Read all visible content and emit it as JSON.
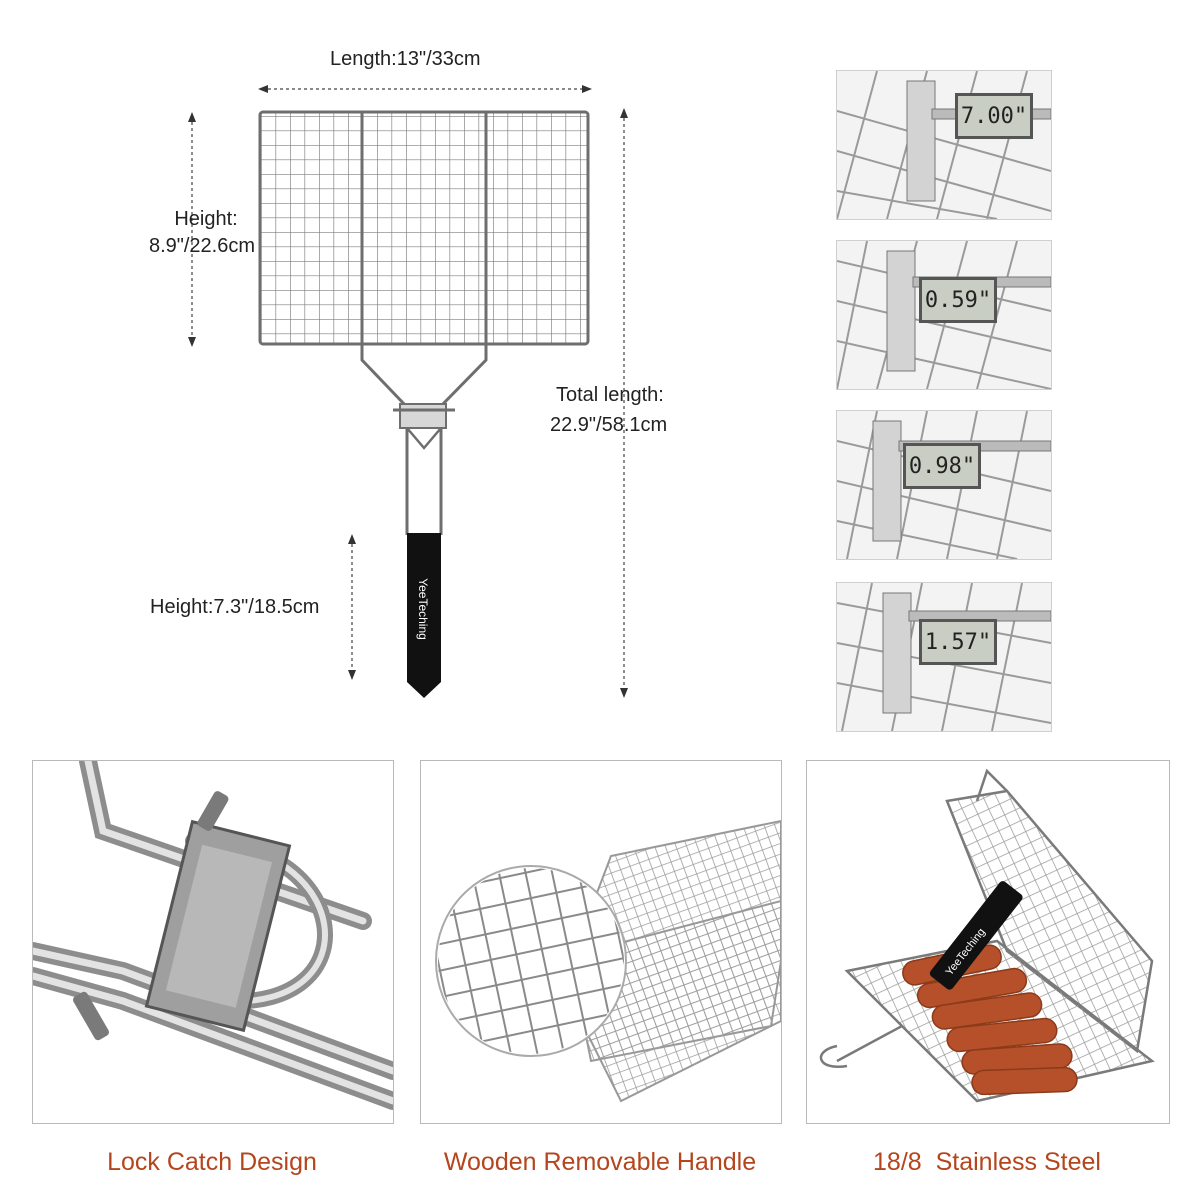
{
  "dimensions": {
    "length": "Length:13\"/33cm",
    "height_basket_line1": "Height:",
    "height_basket_line2": "8.9\"/22.6cm",
    "total_length_line1": "Total length:",
    "total_length_line2": "22.9\"/58.1cm",
    "height_handle": "Height:7.3\"/18.5cm",
    "handle_brand": "YeeTeching"
  },
  "caliper_readings": [
    "7.00\"",
    "0.59\"",
    "0.98\"",
    "1.57\""
  ],
  "features": [
    {
      "caption": "Lock Catch Design"
    },
    {
      "caption": "Wooden Removable Handle"
    },
    {
      "caption": "18/8  Stainless Steel"
    }
  ],
  "colors": {
    "caption": "#b5451c",
    "frame_border": "#b9b9b9",
    "steel": "#8a8a8a",
    "handle": "#111111",
    "sausage": "#b5502a"
  }
}
